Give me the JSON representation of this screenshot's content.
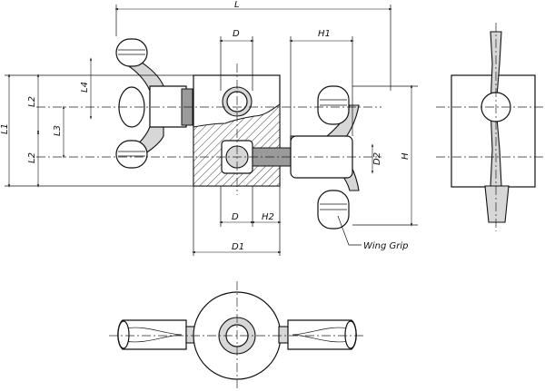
{
  "dimensions": {
    "L": "L",
    "D": "D",
    "H1": "H1",
    "L1": "L1",
    "L2_top": "L2",
    "L2_bottom": "L2",
    "L3": "L3",
    "L4": "L4",
    "D2": "D2",
    "H": "H",
    "H2": "H2",
    "D_bottom": "D",
    "D1": "D1"
  },
  "callout": {
    "wing_grip": "Wing Grip"
  },
  "colors": {
    "line": "#111111",
    "shade": "#d7d7d7",
    "dark": "#9a9a9a",
    "background": "#ffffff"
  }
}
